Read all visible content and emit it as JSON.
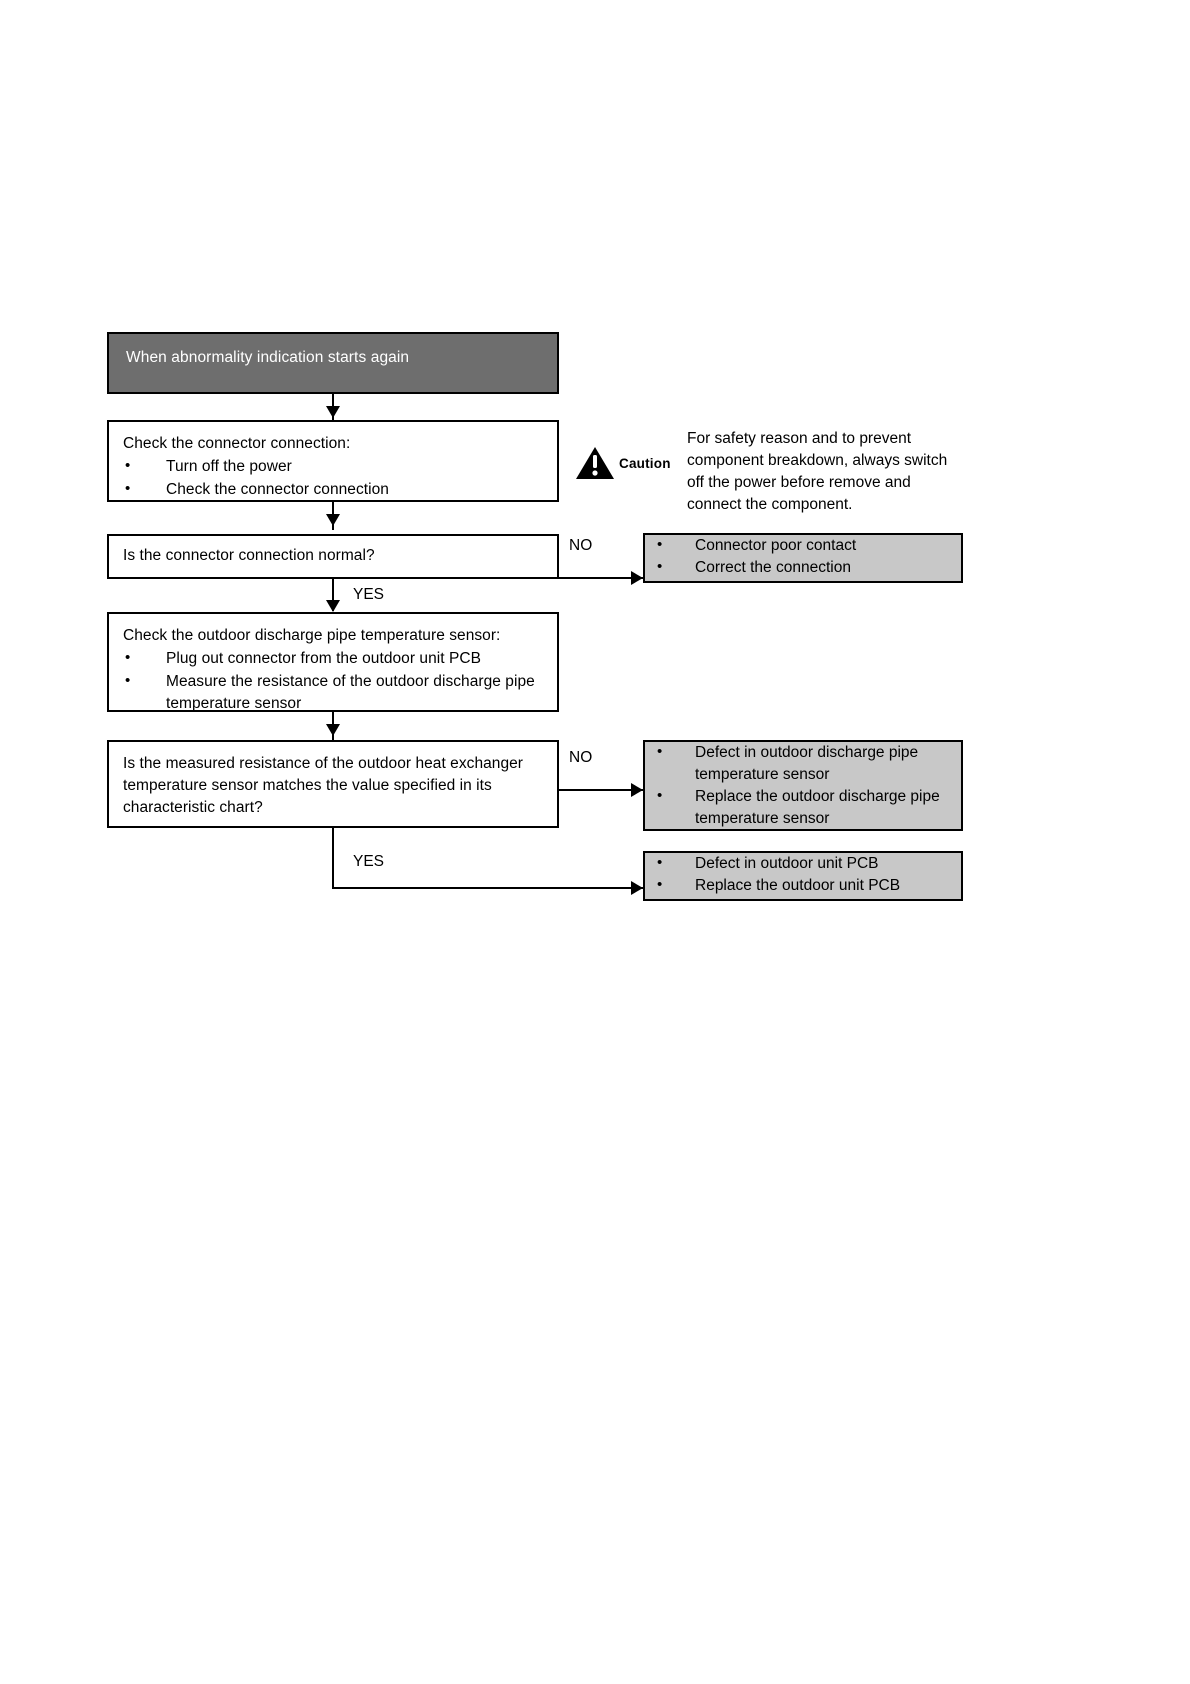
{
  "diagram": {
    "title": "Outdoor discharge pipe temperature sensor abnormality troubleshooting flowchart",
    "header": {
      "label": "When abnormality indication starts again"
    },
    "steps": {
      "check_connector": {
        "heading": "Check the connector connection:",
        "bullets": [
          "Turn off the power",
          "Check the connector connection"
        ]
      },
      "decision_connector": {
        "question": "Is the connector connection normal?"
      },
      "check_sensor": {
        "heading": "Check the outdoor discharge pipe temperature sensor:",
        "bullets": [
          "Plug out connector from the outdoor unit PCB",
          "Measure the resistance of the outdoor discharge pipe temperature sensor"
        ]
      },
      "decision_resistance": {
        "question": "Is the measured resistance of the outdoor heat exchanger temperature sensor matches the value specified in its characteristic chart?"
      }
    },
    "results": {
      "connector_fault": [
        "Connector poor contact",
        "Correct the connection"
      ],
      "sensor_fault": [
        "Defect in outdoor discharge pipe temperature sensor",
        "Replace the outdoor discharge pipe temperature sensor"
      ],
      "pcb_fault": [
        "Defect in outdoor unit PCB",
        "Replace the outdoor unit PCB"
      ]
    },
    "edge_labels": {
      "no_1": "NO",
      "yes_1": "YES",
      "no_2": "NO",
      "yes_2": "YES"
    },
    "caution": {
      "word": "Caution",
      "text": "For safety reason and to prevent component breakdown, always switch off the power before remove and connect the component."
    },
    "colors": {
      "header_fill": "#6e6e6e",
      "header_text": "#ffffff",
      "result_fill": "#c8c8c8",
      "stroke": "#000000",
      "page_bg": "#ffffff"
    }
  }
}
